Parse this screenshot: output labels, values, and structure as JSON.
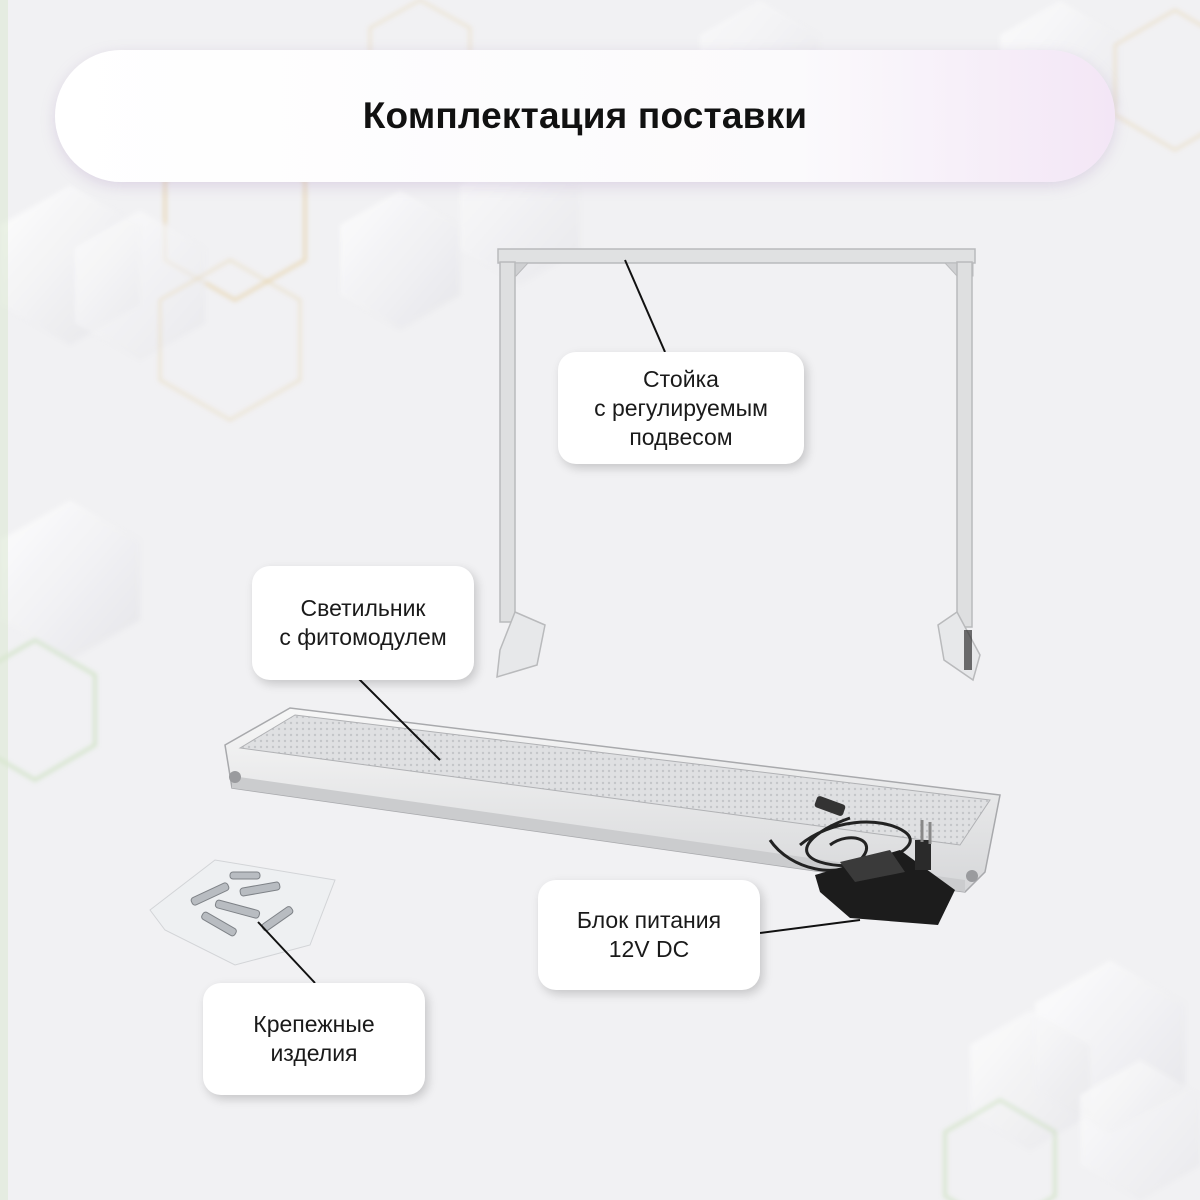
{
  "title": "Комплектация поставки",
  "callouts": {
    "stand": {
      "line1": "Стойка",
      "line2": "с регулируемым",
      "line3": "подвесом"
    },
    "lamp": {
      "line1": "Светильник",
      "line2": "с фитомодулем"
    },
    "power": {
      "line1": "Блок питания",
      "line2": "12V DC"
    },
    "fasteners": {
      "line1": "Крепежные",
      "line2": "изделия"
    }
  },
  "colors": {
    "background": "#f1f1f3",
    "hex_outline_gold": "#e6cf9e",
    "hex_outline_green": "#b9d9a6",
    "title_gradient_end": "#f3e6f6",
    "stand_metal": "#dedfe0",
    "power_adapter": "#1c1c1c"
  }
}
